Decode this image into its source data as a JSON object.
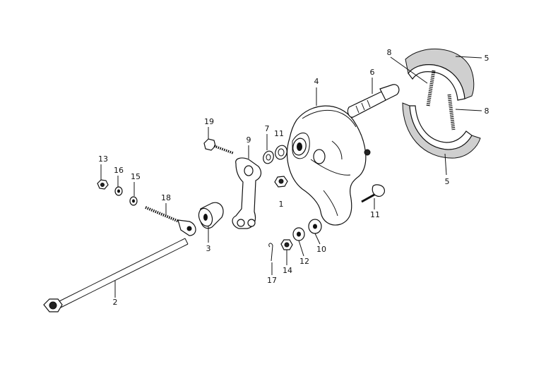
{
  "diagram": {
    "callouts": {
      "c1": "1",
      "c2": "2",
      "c3": "3",
      "c4": "4",
      "c5a": "5",
      "c5b": "5",
      "c6": "6",
      "c7": "7",
      "c8a": "8",
      "c8b": "8",
      "c9": "9",
      "c10": "10",
      "c11a": "11",
      "c11b": "11",
      "c12": "12",
      "c13": "13",
      "c14": "14",
      "c15": "15",
      "c16": "16",
      "c17": "17",
      "c18": "18",
      "c19": "19"
    }
  }
}
